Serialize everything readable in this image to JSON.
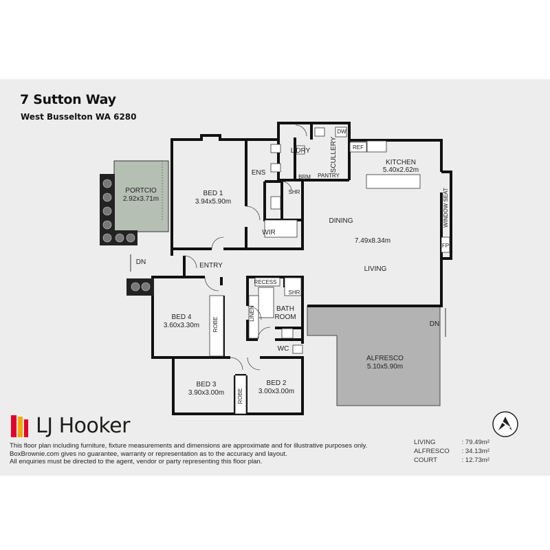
{
  "property": {
    "address": "7 Sutton Way",
    "suburb": "West Busselton WA 6280"
  },
  "rooms": {
    "portico": {
      "name": "PORTCIO",
      "size": "2.92x3.71m"
    },
    "bed1": {
      "name": "BED 1",
      "size": "3.94x5.90m"
    },
    "ens": "ENS",
    "shr1": "SHR",
    "wir": "WIR",
    "laundry": "L'DRY",
    "brm": "BRM",
    "pantry": "PANTRY",
    "scullery": "SCULLERY",
    "dw": "DW",
    "ref": "REF",
    "kitchen": {
      "name": "KITCHEN",
      "size": "5.40x2.62m"
    },
    "window_seat": "WINDOW SEAT",
    "fp": "FP",
    "dining": "DINING",
    "living_size": "7.49x8.34m",
    "living": "LIVING",
    "entry": "ENTRY",
    "dn1": "DN",
    "dn2": "DN",
    "recess": "RECESS",
    "shr2": "SHR",
    "linen": "LINEN",
    "bath": {
      "line1": "BATH",
      "line2": "ROOM"
    },
    "wc": "WC",
    "bed4": {
      "name": "BED 4",
      "size": "3.60x3.30m"
    },
    "robe1": "ROBE",
    "robe2": "ROBE",
    "bed3": {
      "name": "BED 3",
      "size": "3.90x3.00m"
    },
    "bed2": {
      "name": "BED 2",
      "size": "3.00x3.00m"
    },
    "alfresco": {
      "name": "ALFRESCO",
      "size": "5.10x5.90m"
    }
  },
  "brand": {
    "name": "LJ Hooker",
    "colors": [
      "#e4002b",
      "#f5a800"
    ]
  },
  "disclaimer": [
    "This floor plan including furniture, fixture measurements and dimensions are approximate and for illustrative purposes only.",
    "BoxBrownie.com gives no guarantee, warranty or representation as to the accuracy and layout.",
    "All enquiries must be directed to the agent, vendor or party representing this floor plan."
  ],
  "areas": [
    {
      "label": "LIVING",
      "value": ": 79.49m²"
    },
    {
      "label": "ALFRESCO",
      "value": ": 34.13m²"
    },
    {
      "label": "COURT",
      "value": ": 12.73m²"
    }
  ],
  "compass_icon": "north-arrow-icon"
}
